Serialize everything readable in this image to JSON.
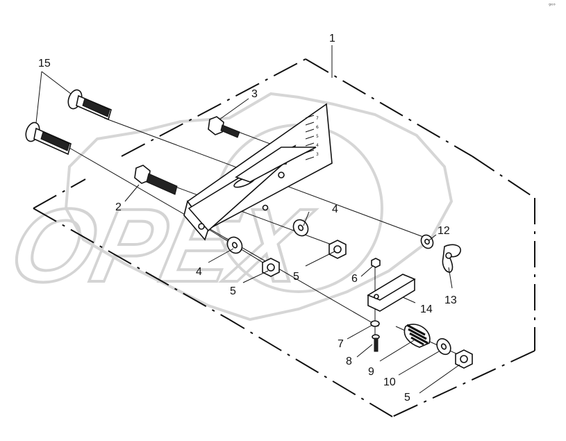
{
  "watermark": {
    "brand": "OPEX"
  },
  "corner_mark": "ᵍᵉᵒ",
  "callouts": {
    "c1": "1",
    "c2": "2",
    "c3": "3",
    "c4a": "4",
    "c4b": "4",
    "c5a": "5",
    "c5b": "5",
    "c5c": "5",
    "c6": "6",
    "c7": "7",
    "c8": "8",
    "c9": "9",
    "c10": "10",
    "c12": "12",
    "c13": "13",
    "c14": "14",
    "c15": "15"
  }
}
